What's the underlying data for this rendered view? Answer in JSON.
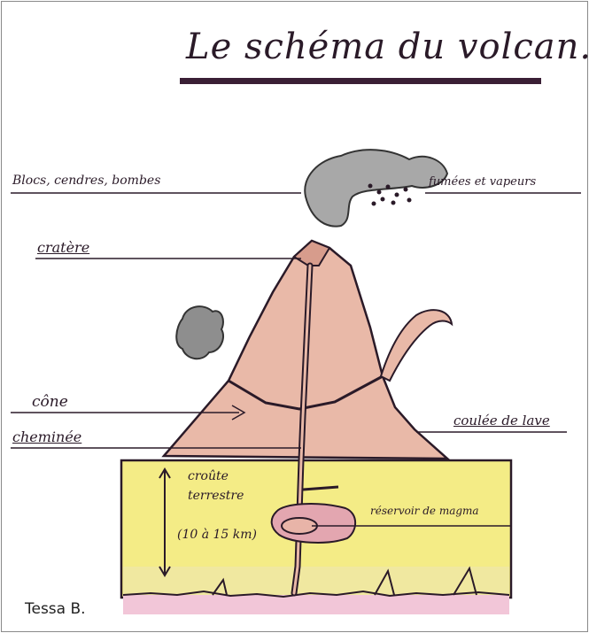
{
  "title": "Le schéma du volcan.",
  "labels": {
    "bombs": "Blocs, cendres, bombes",
    "fumes": "fumées et vapeurs",
    "crater": "cratère",
    "cone": "cône",
    "chimney": "cheminée",
    "lava_flow": "coulée de lave",
    "crust_line1": "croûte",
    "crust_line2": "terrestre",
    "depth": "(10 à 15 km)",
    "reservoir": "réservoir de magma"
  },
  "credit": "Tessa B."
}
